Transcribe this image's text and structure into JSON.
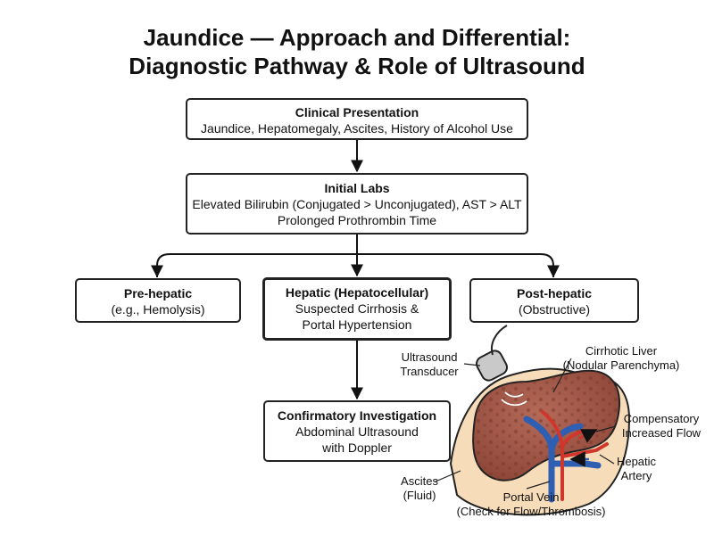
{
  "title": {
    "line1": "Jaundice — Approach and Differential:",
    "line2": "Diagnostic Pathway & Role of Ultrasound"
  },
  "nodes": {
    "clinical": {
      "heading": "Clinical Presentation",
      "lines": [
        "Jaundice, Hepatomegaly, Ascites, History of Alcohol Use"
      ]
    },
    "labs": {
      "heading": "Initial Labs",
      "lines": [
        "Elevated Bilirubin (Conjugated > Unconjugated), AST > ALT",
        "Prolonged Prothrombin Time"
      ]
    },
    "prehepatic": {
      "heading": "Pre-hepatic",
      "lines": [
        "(e.g., Hemolysis)"
      ]
    },
    "hepatic": {
      "heading": "Hepatic (Hepatocellular)",
      "lines": [
        "Suspected Cirrhosis &",
        "Portal Hypertension"
      ]
    },
    "posthepatic": {
      "heading": "Post-hepatic",
      "lines": [
        "(Obstructive)"
      ]
    },
    "confirm": {
      "heading": "Confirmatory Investigation",
      "lines": [
        "Abdominal Ultrasound",
        "with Doppler"
      ]
    }
  },
  "illustration_labels": {
    "transducer": [
      "Ultrasound",
      "Transducer"
    ],
    "liver": [
      "Cirrhotic Liver",
      "(Nodular Parenchyma)"
    ],
    "flow": [
      "Compensatory",
      "Increased Flow"
    ],
    "artery": [
      "Hepatic",
      "Artery"
    ],
    "ascites": [
      "Ascites",
      "(Fluid)"
    ],
    "portal": [
      "Portal Vein",
      "(Check for Flow/Thrombosis)"
    ]
  },
  "colors": {
    "liver": "#a0574a",
    "ascites": "#f6dcb8",
    "vein": "#2f5fb3",
    "artery": "#d0362b"
  }
}
